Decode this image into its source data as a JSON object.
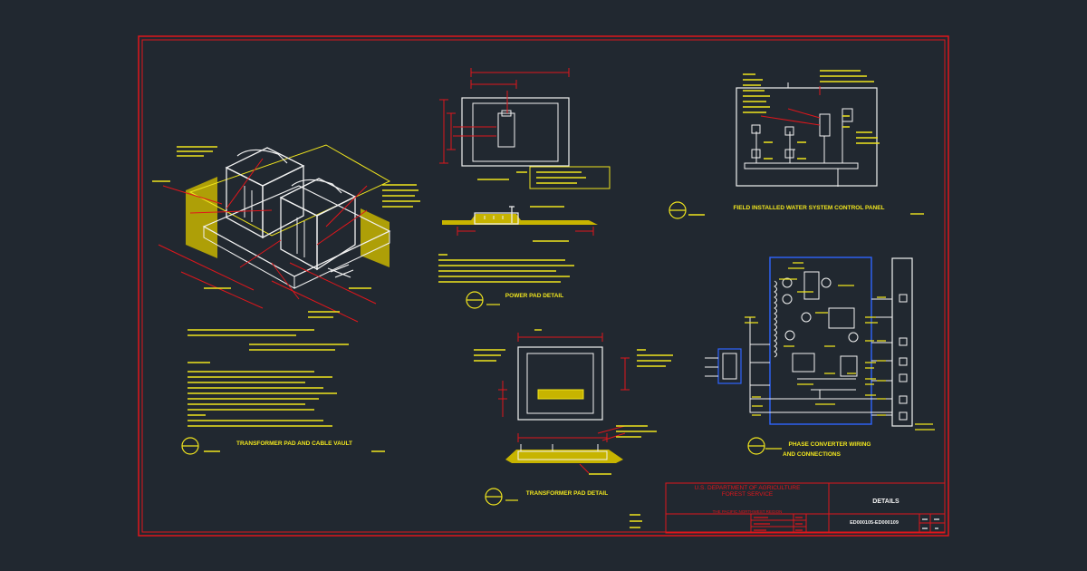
{
  "colors": {
    "background": "#212830",
    "frame": "#e0161b",
    "white": "#f2f2f2",
    "yellow": "#f0e51e",
    "red": "#e0161b",
    "blue": "#2f64ff"
  },
  "titles": {
    "transformer_pad_cable_vault": "TRANSFORMER PAD AND CABLE VAULT",
    "power_pad_detail": "POWER PAD DETAIL",
    "transformer_pad_detail": "TRANSFORMER PAD DETAIL",
    "field_water_panel": "FIELD INSTALLED WATER SYSTEM CONTROL PANEL",
    "phase_converter_line1": "PHASE CONVERTER WIRING",
    "phase_converter_line2": "AND CONNECTIONS"
  },
  "title_block": {
    "agency_line1": "U.S. DEPARTMENT OF AGRICULTURE",
    "agency_line2": "FOREST SERVICE",
    "region": "THE PACIFIC NORTHWEST REGION",
    "sheet_title": "DETAILS",
    "drawing_number": "ED000105-ED000109"
  }
}
